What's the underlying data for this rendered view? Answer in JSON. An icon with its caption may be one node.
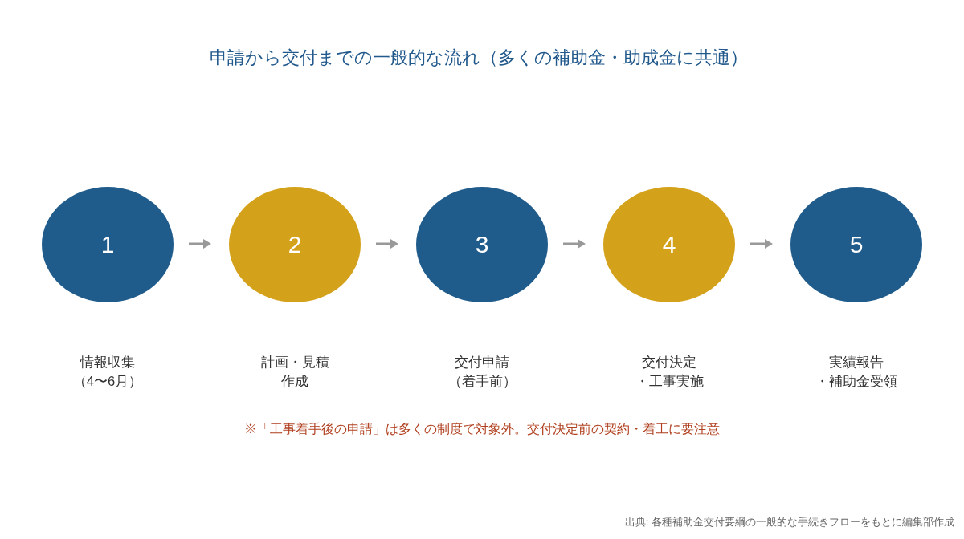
{
  "diagram": {
    "title": "申請から交付までの一般的な流れ（多くの補助金・助成金に共通）",
    "caption": "出典: 各種補助金交付要綱の一般的な手続きフローをもとに編集部作成",
    "nodes": [
      {
        "text": [
          "1"
        ],
        "beside": [
          "情報収集（4〜6月）"
        ]
      },
      {
        "text": [
          "2"
        ],
        "beside": [
          "計画・見積作成"
        ]
      },
      {
        "text": [
          "3"
        ],
        "beside": [
          "交付申請（着手前）"
        ]
      },
      {
        "text": [
          "4"
        ],
        "beside": [
          "交付決定・工事実施"
        ]
      },
      {
        "text": [
          "5"
        ],
        "beside": [
          "実績報告・補助金受領"
        ]
      }
    ],
    "edges": [
      {
        "from": 0,
        "to": 1,
        "arrow": "to"
      },
      {
        "from": 1,
        "to": 2,
        "arrow": "to"
      },
      {
        "from": 2,
        "to": 3,
        "arrow": "to"
      },
      {
        "from": 3,
        "to": 4,
        "arrow": "to"
      }
    ],
    "labels": [
      "※「工事着手後の申請」は多くの制度で対象外。交付決定前の契約・着工に要注意"
    ]
  }
}
